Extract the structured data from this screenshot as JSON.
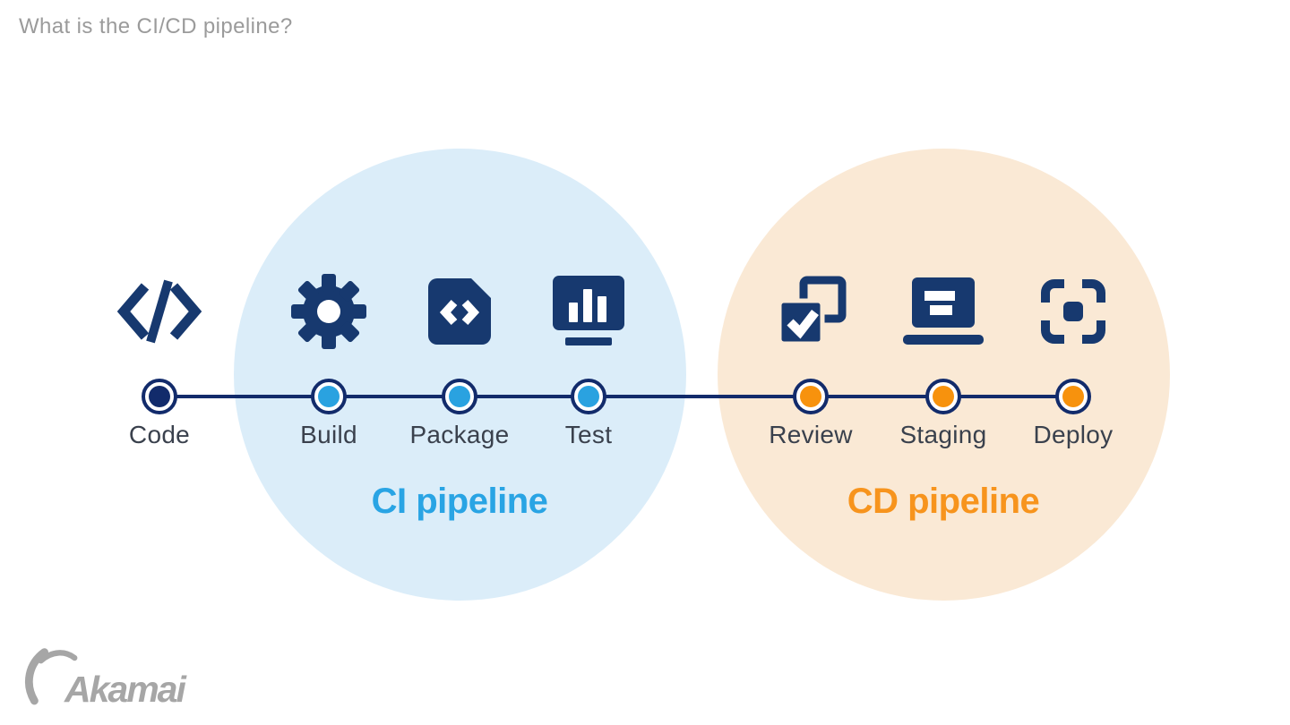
{
  "page": {
    "title": "What is the CI/CD pipeline?"
  },
  "brand": {
    "name": "Akamai",
    "logo_icon": "akamai-arc-icon"
  },
  "colors": {
    "navy": "#122B6B",
    "icon_navy": "#17396F",
    "node_blue": "#2AA2E0",
    "node_orange": "#F7920D",
    "ci_text": "#29A4E4",
    "cd_text": "#F7941D",
    "ci_circle_bg": "#DBEDF9",
    "cd_circle_bg": "#FAE9D5",
    "title_gray": "#9B9B9B",
    "label_dark": "#3A414D",
    "logo_gray": "#A6A6A6"
  },
  "pipeline": {
    "groups": [
      {
        "id": "ci",
        "label": "CI pipeline"
      },
      {
        "id": "cd",
        "label": "CD pipeline"
      }
    ],
    "stages": [
      {
        "label": "Code",
        "icon": "code-brackets-icon",
        "group": null,
        "dot": "navy"
      },
      {
        "label": "Build",
        "icon": "gear-icon",
        "group": "ci",
        "dot": "blue"
      },
      {
        "label": "Package",
        "icon": "code-file-icon",
        "group": "ci",
        "dot": "blue"
      },
      {
        "label": "Test",
        "icon": "chart-monitor-icon",
        "group": "ci",
        "dot": "blue"
      },
      {
        "label": "Review",
        "icon": "checked-copies-icon",
        "group": "cd",
        "dot": "orange"
      },
      {
        "label": "Staging",
        "icon": "laptop-icon",
        "group": "cd",
        "dot": "orange"
      },
      {
        "label": "Deploy",
        "icon": "focus-target-icon",
        "group": "cd",
        "dot": "orange"
      }
    ]
  }
}
